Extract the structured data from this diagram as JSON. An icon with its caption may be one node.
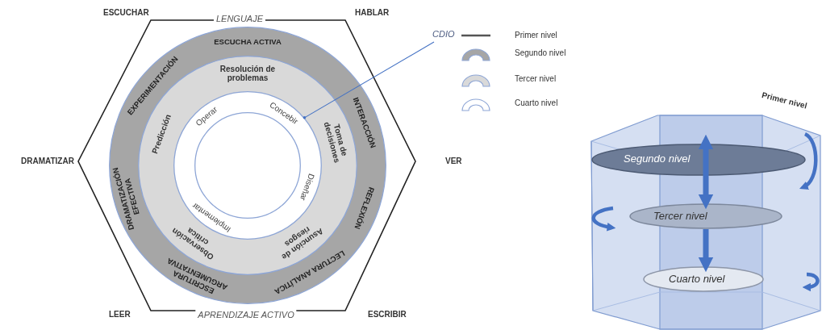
{
  "diagram": {
    "nodes": [
      {
        "text": [
          "LENGUAJE",
          "APRENDIZAJE ACTIVO"
        ],
        "beside": [
          "ESCUCHAR",
          "HABLAR",
          "DRAMATIZAR",
          "VER",
          "LEER",
          "ESCRIBIR"
        ]
      },
      {
        "text": [
          "ESCUCHA ACTIVA",
          "INTERACCIÓN",
          "REFLEXIÓN",
          "LECTURA ANALÍTICA",
          "ESCRITURA ARGUMENTATIVA",
          "DRAMATIZACIÓN EFECTIVA",
          "EXPERIMENTACIÓN"
        ],
        "in": 0
      },
      {
        "text": [
          "Resolución de problemas",
          "Toma de decisiones",
          "Asunción de riesgos",
          "Observación crítica",
          "Predicción"
        ],
        "in": 1
      },
      {
        "text": [
          "Concebir",
          "Diseñar",
          "Implementar",
          "Operar"
        ],
        "in": 2
      },
      {
        "text": [],
        "shape": "circle",
        "in": 3
      },
      {
        "text": [
          "CDIO"
        ]
      },
      {
        "text": [
          "Primer nivel"
        ]
      },
      {
        "text": [
          "Segundo nivel"
        ],
        "in": 6
      },
      {
        "text": [
          "Tercer nivel"
        ],
        "in": 6
      },
      {
        "text": [
          "Cuarto nivel"
        ],
        "in": 6
      }
    ],
    "edges": [
      {
        "from": 5,
        "to": 3,
        "arrow": "other"
      },
      {
        "from": 7,
        "to": 8,
        "arrow": "both"
      },
      {
        "from": 8,
        "to": 9,
        "arrow": "to"
      }
    ],
    "legend": [
      {
        "text": "Primer nivel"
      },
      {
        "text": "Segundo nivel"
      },
      {
        "text": "Tercer nivel"
      },
      {
        "text": "Cuarto nivel"
      }
    ]
  }
}
